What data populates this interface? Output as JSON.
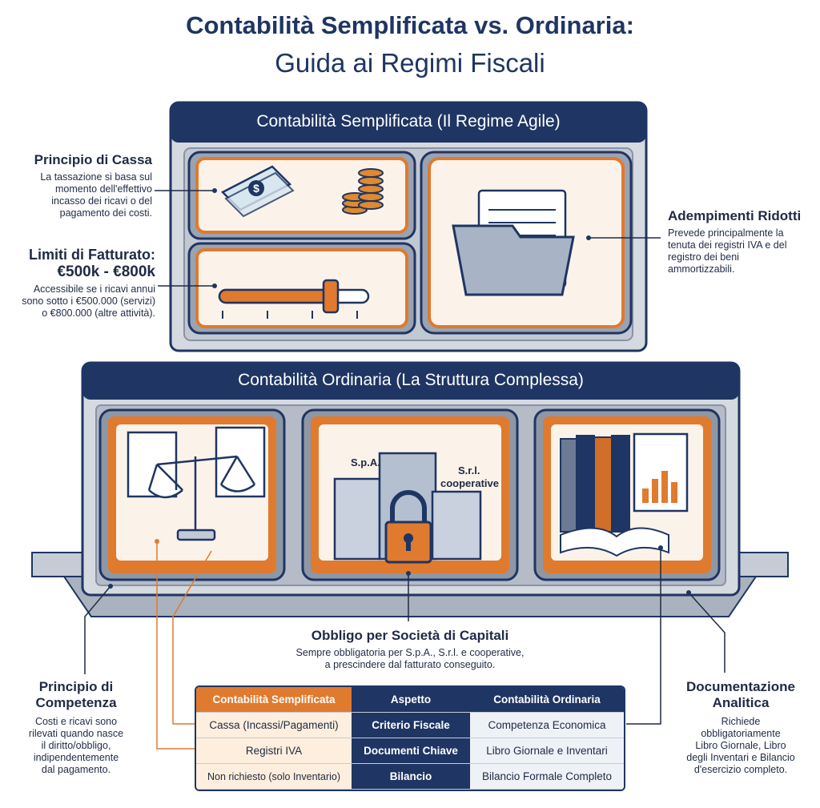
{
  "title": {
    "line1": "Contabilità Semplificata vs. Ordinaria:",
    "line2": "Guida ai Regimi Fiscali"
  },
  "upper": {
    "header": "Contabilità Semplificata (Il Regime Agile)",
    "cassa": {
      "heading": "Principio di Cassa",
      "body": [
        "La tassazione si basa sul",
        "momento dell'effettivo",
        "incasso dei ricavi o del",
        "pagamento dei costi."
      ]
    },
    "limiti": {
      "heading": "Limiti di Fatturato:",
      "value": "€500k - €800k",
      "body": [
        "Accessibile se i ricavi annui",
        "sono sotto i €500.000 (servizi)",
        "o €800.000 (altre attività)."
      ]
    },
    "adempimenti": {
      "heading": "Adempimenti Ridotti",
      "body": [
        "Prevede principalmente la",
        "tenuta dei registri IVA e del",
        "registro dei beni",
        "ammortizzabili."
      ]
    }
  },
  "lower": {
    "header": "Contabilità Ordinaria (La Struttura Complessa)",
    "icon_labels": {
      "spa": "S.p.A.",
      "srl": "S.r.l.",
      "coop": "cooperative"
    },
    "obbligo": {
      "heading": "Obbligo per Società di Capitali",
      "body": [
        "Sempre obbligatoria per S.p.A., S.r.l. e cooperative,",
        "a prescindere dal fatturato conseguito."
      ]
    },
    "competenza": {
      "heading_lines": [
        "Principio di",
        "Competenza"
      ],
      "body": [
        "Costi e ricavi sono",
        "rilevati quando nasce",
        "il diritto/obbligo,",
        "indipendentemente",
        "dal pagamento."
      ]
    },
    "documentazione": {
      "heading_lines": [
        "Documentazione",
        "Analitica"
      ],
      "body": [
        "Richiede",
        "obbligatoriamente",
        "Libro Giornale, Libro",
        "degli Inventari e Bilancio",
        "d'esercizio completo."
      ]
    }
  },
  "table": {
    "headers": [
      "Contabilità Semplificata",
      "Aspetto",
      "Contabilità Ordinaria"
    ],
    "rows": [
      [
        "Cassa (Incassi/Pagamenti)",
        "Criterio Fiscale",
        "Competenza Economica"
      ],
      [
        "Registri IVA",
        "Documenti Chiave",
        "Libro Giornale e Inventari"
      ],
      [
        "Non richiesto (solo Inventario)",
        "Bilancio",
        "Bilancio Formale Completo"
      ]
    ]
  },
  "colors": {
    "navy": "#1f3563",
    "orange": "#e07a2e",
    "panel": "#fbf3ea"
  },
  "icons": [
    "money-icon",
    "coins-icon",
    "slider-icon",
    "folder-icon",
    "scales-icon",
    "buildings-icon",
    "padlock-icon",
    "binders-icon",
    "chart-icon"
  ]
}
